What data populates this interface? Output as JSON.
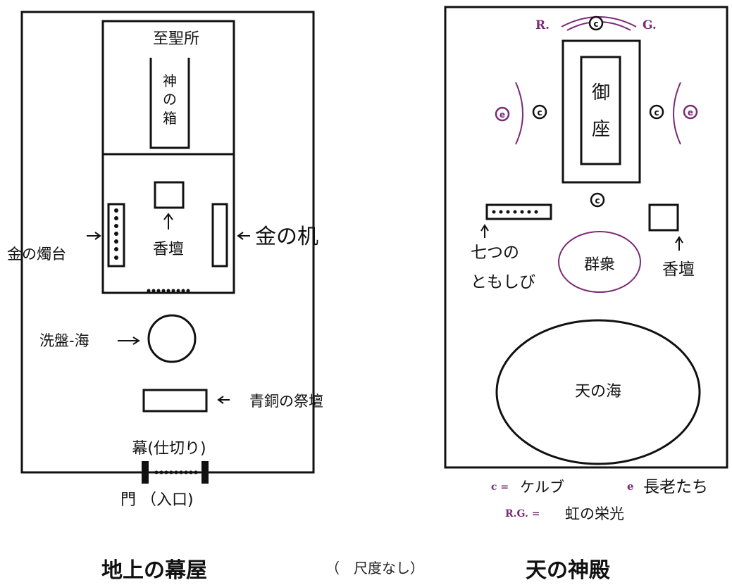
{
  "tabernacle": {
    "holy_of_holies": "至聖所",
    "ark": [
      "神",
      "の",
      "箱"
    ],
    "incense_altar": "香壇",
    "lampstand": "金の燭台",
    "table": "金の机",
    "laver": "洗盤-海",
    "bronze_altar": "青銅の祭壇",
    "veil": "幕(仕切り)",
    "gate": "門 （入口)",
    "caption": "地上の幕屋"
  },
  "heavenly_temple": {
    "throne": [
      "御",
      "座"
    ],
    "rainbow_left": "R.",
    "rainbow_right": "G.",
    "seven_lamps_line1": "七つの",
    "seven_lamps_line2": "ともしび",
    "multitude": "群衆",
    "incense_altar": "香壇",
    "sea": "天の海",
    "caption": "天の神殿"
  },
  "legend": {
    "c_key": "c =",
    "c_value": "ケルブ",
    "e_key": "e",
    "e_value": "長老たち",
    "rg_key": "R.G. =",
    "rg_value": "虹の栄光"
  },
  "symbols": {
    "cherub": "c",
    "elder": "e"
  },
  "scale_note": "（　尺度なし）",
  "colors": {
    "line": "#111111",
    "accent": "#7a2a76"
  }
}
